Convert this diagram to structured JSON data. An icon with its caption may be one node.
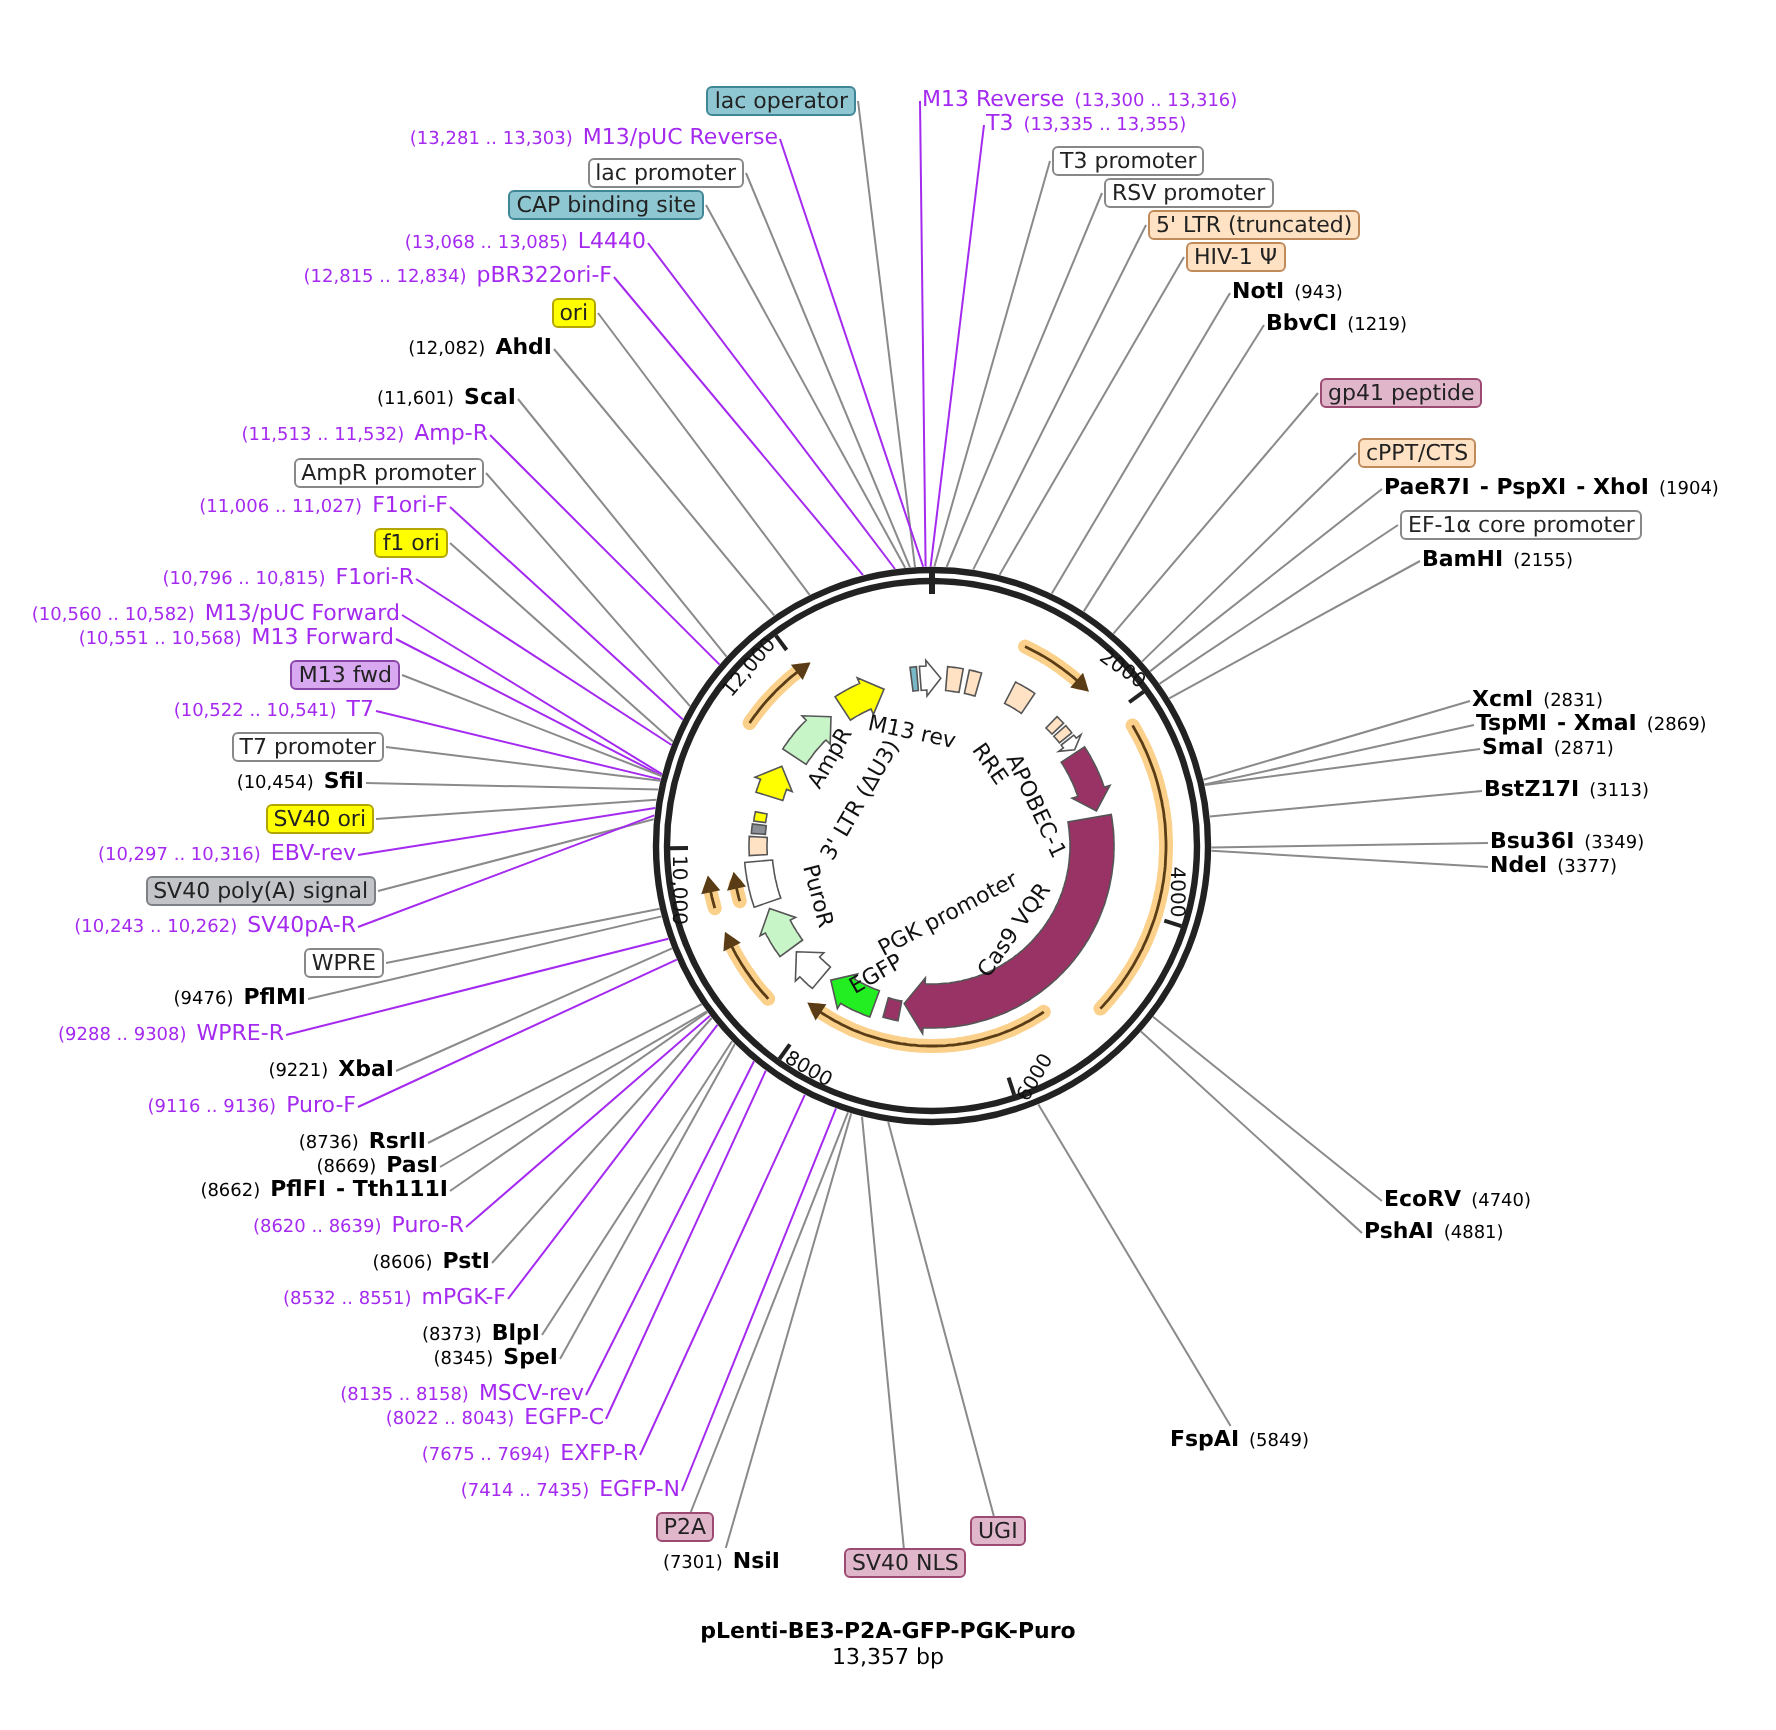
{
  "diagram": {
    "title": "pLenti-BE3-P2A-GFP-PGK-Puro",
    "caption": "13,357 bp",
    "nodes": [
      {
        "text": [
          "lac operator"
        ]
      },
      {
        "text": [
          "(13,281 .. 13,303)",
          "M13/pUC Reverse"
        ]
      },
      {
        "text": [
          "lac promoter"
        ]
      },
      {
        "text": [
          "CAP binding site"
        ]
      },
      {
        "text": [
          "(13,068 .. 13,085)",
          "L4440"
        ]
      },
      {
        "text": [
          "(12,815 .. 12,834)",
          "pBR322ori-F"
        ]
      },
      {
        "text": [
          "ori"
        ]
      },
      {
        "text": [
          "(12,082)",
          "AhdI"
        ]
      },
      {
        "text": [
          "(11,601)",
          "ScaI"
        ]
      },
      {
        "text": [
          "(11,513 .. 11,532)",
          "Amp-R"
        ]
      },
      {
        "text": [
          "AmpR promoter"
        ]
      },
      {
        "text": [
          "(11,006 .. 11,027)",
          "F1ori-F"
        ]
      },
      {
        "text": [
          "f1 ori"
        ]
      },
      {
        "text": [
          "(10,796 .. 10,815)",
          "F1ori-R"
        ]
      },
      {
        "text": [
          "(10,560 .. 10,582)",
          "M13/pUC Forward"
        ]
      },
      {
        "text": [
          "(10,551 .. 10,568)",
          "M13 Forward"
        ]
      },
      {
        "text": [
          "M13 fwd"
        ]
      },
      {
        "text": [
          "(10,522 .. 10,541)",
          "T7"
        ]
      },
      {
        "text": [
          "T7 promoter"
        ]
      },
      {
        "text": [
          "(10,454)",
          "SfiI"
        ]
      },
      {
        "text": [
          "SV40 ori"
        ]
      },
      {
        "text": [
          "(10,297 .. 10,316)",
          "EBV-rev"
        ]
      },
      {
        "text": [
          "SV40 poly(A) signal"
        ]
      },
      {
        "text": [
          "(10,243 .. 10,262)",
          "SV40pA-R"
        ]
      },
      {
        "text": [
          "WPRE"
        ]
      },
      {
        "text": [
          "(9476)",
          "PflMI"
        ]
      },
      {
        "text": [
          "(9288 .. 9308)",
          "WPRE-R"
        ]
      },
      {
        "text": [
          "(9221)",
          "XbaI"
        ]
      },
      {
        "text": [
          "(9116 .. 9136)",
          "Puro-F"
        ]
      },
      {
        "text": [
          "(8736)",
          "RsrII"
        ]
      },
      {
        "text": [
          "(8669)",
          "PasI"
        ]
      },
      {
        "text": [
          "(8662)",
          "PflFI",
          "- Tth111I"
        ]
      },
      {
        "text": [
          "(8620 .. 8639)",
          "Puro-R"
        ]
      },
      {
        "text": [
          "(8606)",
          "PstI"
        ]
      },
      {
        "text": [
          "(8532 .. 8551)",
          "mPGK-F"
        ]
      },
      {
        "text": [
          "(8373)",
          "BlpI"
        ]
      },
      {
        "text": [
          "(8345)",
          "SpeI"
        ]
      },
      {
        "text": [
          "(8135 .. 8158)",
          "MSCV-rev"
        ]
      },
      {
        "text": [
          "(8022 .. 8043)",
          "EGFP-C"
        ]
      },
      {
        "text": [
          "(7675 .. 7694)",
          "EXFP-R"
        ]
      },
      {
        "text": [
          "(7414 .. 7435)",
          "EGFP-N"
        ]
      },
      {
        "text": [
          "P2A"
        ]
      },
      {
        "text": [
          "(7301)",
          "NsiI"
        ]
      },
      {
        "text": [
          "SV40 NLS"
        ]
      },
      {
        "text": [
          "UGI"
        ]
      },
      {
        "text": [
          "M13 Reverse",
          "(13,300 .. 13,316)"
        ]
      },
      {
        "text": [
          "T3",
          "(13,335 .. 13,355)"
        ]
      },
      {
        "text": [
          "T3 promoter"
        ]
      },
      {
        "text": [
          "RSV promoter"
        ]
      },
      {
        "text": [
          "5' LTR (truncated)"
        ]
      },
      {
        "text": [
          "HIV-1 Ψ"
        ]
      },
      {
        "text": [
          "NotI",
          "(943)"
        ]
      },
      {
        "text": [
          "BbvCI",
          "(1219)"
        ]
      },
      {
        "text": [
          "gp41 peptide"
        ]
      },
      {
        "text": [
          "cPPT/CTS"
        ]
      },
      {
        "text": [
          "PaeR7I",
          "- PspXI",
          "- XhoI",
          "(1904)"
        ]
      },
      {
        "text": [
          "EF-1α core promoter"
        ]
      },
      {
        "text": [
          "BamHI",
          "(2155)"
        ]
      },
      {
        "text": [
          "XcmI",
          "(2831)"
        ]
      },
      {
        "text": [
          "TspMI",
          "- XmaI",
          "(2869)"
        ]
      },
      {
        "text": [
          "SmaI",
          "(2871)"
        ]
      },
      {
        "text": [
          "BstZ17I",
          "(3113)"
        ]
      },
      {
        "text": [
          "Bsu36I",
          "(3349)"
        ]
      },
      {
        "text": [
          "NdeI",
          "(3377)"
        ]
      },
      {
        "text": [
          "EcoRV",
          "(4740)"
        ]
      },
      {
        "text": [
          "PshAI",
          "(4881)"
        ]
      },
      {
        "text": [
          "FspAI",
          "(5849)"
        ]
      },
      {
        "text": [],
        "shape": "circle"
      }
    ],
    "edges": [
      {
        "from": 0,
        "to": 67,
        "arrow": "none"
      },
      {
        "from": 1,
        "to": 67,
        "arrow": "none",
        "color": "#a52af0"
      },
      {
        "from": 2,
        "to": 67,
        "arrow": "none"
      },
      {
        "from": 3,
        "to": 67,
        "arrow": "none"
      },
      {
        "from": 4,
        "to": 67,
        "arrow": "none",
        "color": "#a52af0"
      },
      {
        "from": 5,
        "to": 67,
        "arrow": "none",
        "color": "#a52af0"
      },
      {
        "from": 6,
        "to": 67,
        "arrow": "none"
      },
      {
        "from": 7,
        "to": 67,
        "arrow": "none"
      },
      {
        "from": 8,
        "to": 67,
        "arrow": "none"
      },
      {
        "from": 9,
        "to": 67,
        "arrow": "none",
        "color": "#a52af0"
      },
      {
        "from": 10,
        "to": 67,
        "arrow": "none"
      },
      {
        "from": 11,
        "to": 67,
        "arrow": "none",
        "color": "#a52af0"
      },
      {
        "from": 12,
        "to": 67,
        "arrow": "none"
      },
      {
        "from": 13,
        "to": 67,
        "arrow": "none",
        "color": "#a52af0"
      },
      {
        "from": 14,
        "to": 67,
        "arrow": "none",
        "color": "#a52af0"
      },
      {
        "from": 15,
        "to": 67,
        "arrow": "none",
        "color": "#a52af0"
      },
      {
        "from": 16,
        "to": 67,
        "arrow": "none"
      },
      {
        "from": 17,
        "to": 67,
        "arrow": "none",
        "color": "#a52af0"
      },
      {
        "from": 18,
        "to": 67,
        "arrow": "none"
      },
      {
        "from": 19,
        "to": 67,
        "arrow": "none"
      },
      {
        "from": 20,
        "to": 67,
        "arrow": "none"
      },
      {
        "from": 21,
        "to": 67,
        "arrow": "none",
        "color": "#a52af0"
      },
      {
        "from": 22,
        "to": 67,
        "arrow": "none"
      },
      {
        "from": 23,
        "to": 67,
        "arrow": "none",
        "color": "#a52af0"
      },
      {
        "from": 24,
        "to": 67,
        "arrow": "none"
      },
      {
        "from": 25,
        "to": 67,
        "arrow": "none"
      },
      {
        "from": 26,
        "to": 67,
        "arrow": "none",
        "color": "#a52af0"
      },
      {
        "from": 27,
        "to": 67,
        "arrow": "none"
      },
      {
        "from": 28,
        "to": 67,
        "arrow": "none",
        "color": "#a52af0"
      },
      {
        "from": 29,
        "to": 67,
        "arrow": "none"
      },
      {
        "from": 30,
        "to": 67,
        "arrow": "none"
      },
      {
        "from": 31,
        "to": 67,
        "arrow": "none"
      },
      {
        "from": 32,
        "to": 67,
        "arrow": "none",
        "color": "#a52af0"
      },
      {
        "from": 33,
        "to": 67,
        "arrow": "none"
      },
      {
        "from": 34,
        "to": 67,
        "arrow": "none",
        "color": "#a52af0"
      },
      {
        "from": 35,
        "to": 67,
        "arrow": "none"
      },
      {
        "from": 36,
        "to": 67,
        "arrow": "none"
      },
      {
        "from": 37,
        "to": 67,
        "arrow": "none",
        "color": "#a52af0"
      },
      {
        "from": 38,
        "to": 67,
        "arrow": "none",
        "color": "#a52af0"
      },
      {
        "from": 39,
        "to": 67,
        "arrow": "none",
        "color": "#a52af0"
      },
      {
        "from": 40,
        "to": 67,
        "arrow": "none",
        "color": "#a52af0"
      },
      {
        "from": 41,
        "to": 67,
        "arrow": "none"
      },
      {
        "from": 42,
        "to": 67,
        "arrow": "none"
      },
      {
        "from": 43,
        "to": 67,
        "arrow": "none"
      },
      {
        "from": 44,
        "to": 67,
        "arrow": "none"
      },
      {
        "from": 45,
        "to": 67,
        "arrow": "none",
        "color": "#a52af0"
      },
      {
        "from": 46,
        "to": 67,
        "arrow": "none",
        "color": "#a52af0"
      },
      {
        "from": 47,
        "to": 67,
        "arrow": "none"
      },
      {
        "from": 48,
        "to": 67,
        "arrow": "none"
      },
      {
        "from": 49,
        "to": 67,
        "arrow": "none"
      },
      {
        "from": 50,
        "to": 67,
        "arrow": "none"
      },
      {
        "from": 51,
        "to": 67,
        "arrow": "none"
      },
      {
        "from": 52,
        "to": 67,
        "arrow": "none"
      },
      {
        "from": 53,
        "to": 67,
        "arrow": "none"
      },
      {
        "from": 54,
        "to": 67,
        "arrow": "none"
      },
      {
        "from": 55,
        "to": 67,
        "arrow": "none"
      },
      {
        "from": 56,
        "to": 67,
        "arrow": "none"
      },
      {
        "from": 57,
        "to": 67,
        "arrow": "none"
      },
      {
        "from": 58,
        "to": 67,
        "arrow": "none"
      },
      {
        "from": 59,
        "to": 67,
        "arrow": "none"
      },
      {
        "from": 60,
        "to": 67,
        "arrow": "none"
      },
      {
        "from": 61,
        "to": 67,
        "arrow": "none"
      },
      {
        "from": 62,
        "to": 67,
        "arrow": "none"
      },
      {
        "from": 63,
        "to": 67,
        "arrow": "none"
      },
      {
        "from": 64,
        "to": 67,
        "arrow": "none"
      },
      {
        "from": 65,
        "to": 67,
        "arrow": "none"
      },
      {
        "from": 66,
        "to": 67,
        "arrow": "none"
      }
    ],
    "labels": [
      "M13 rev",
      "RRE",
      "APOBEC-1",
      "Cas9 VQR",
      "PGK promoter",
      "EGFP",
      "PuroR",
      "3' LTR (ΔU3)",
      "AmpR",
      "2000",
      "4000",
      "6000",
      "8000",
      "10,000",
      "12,000"
    ]
  }
}
